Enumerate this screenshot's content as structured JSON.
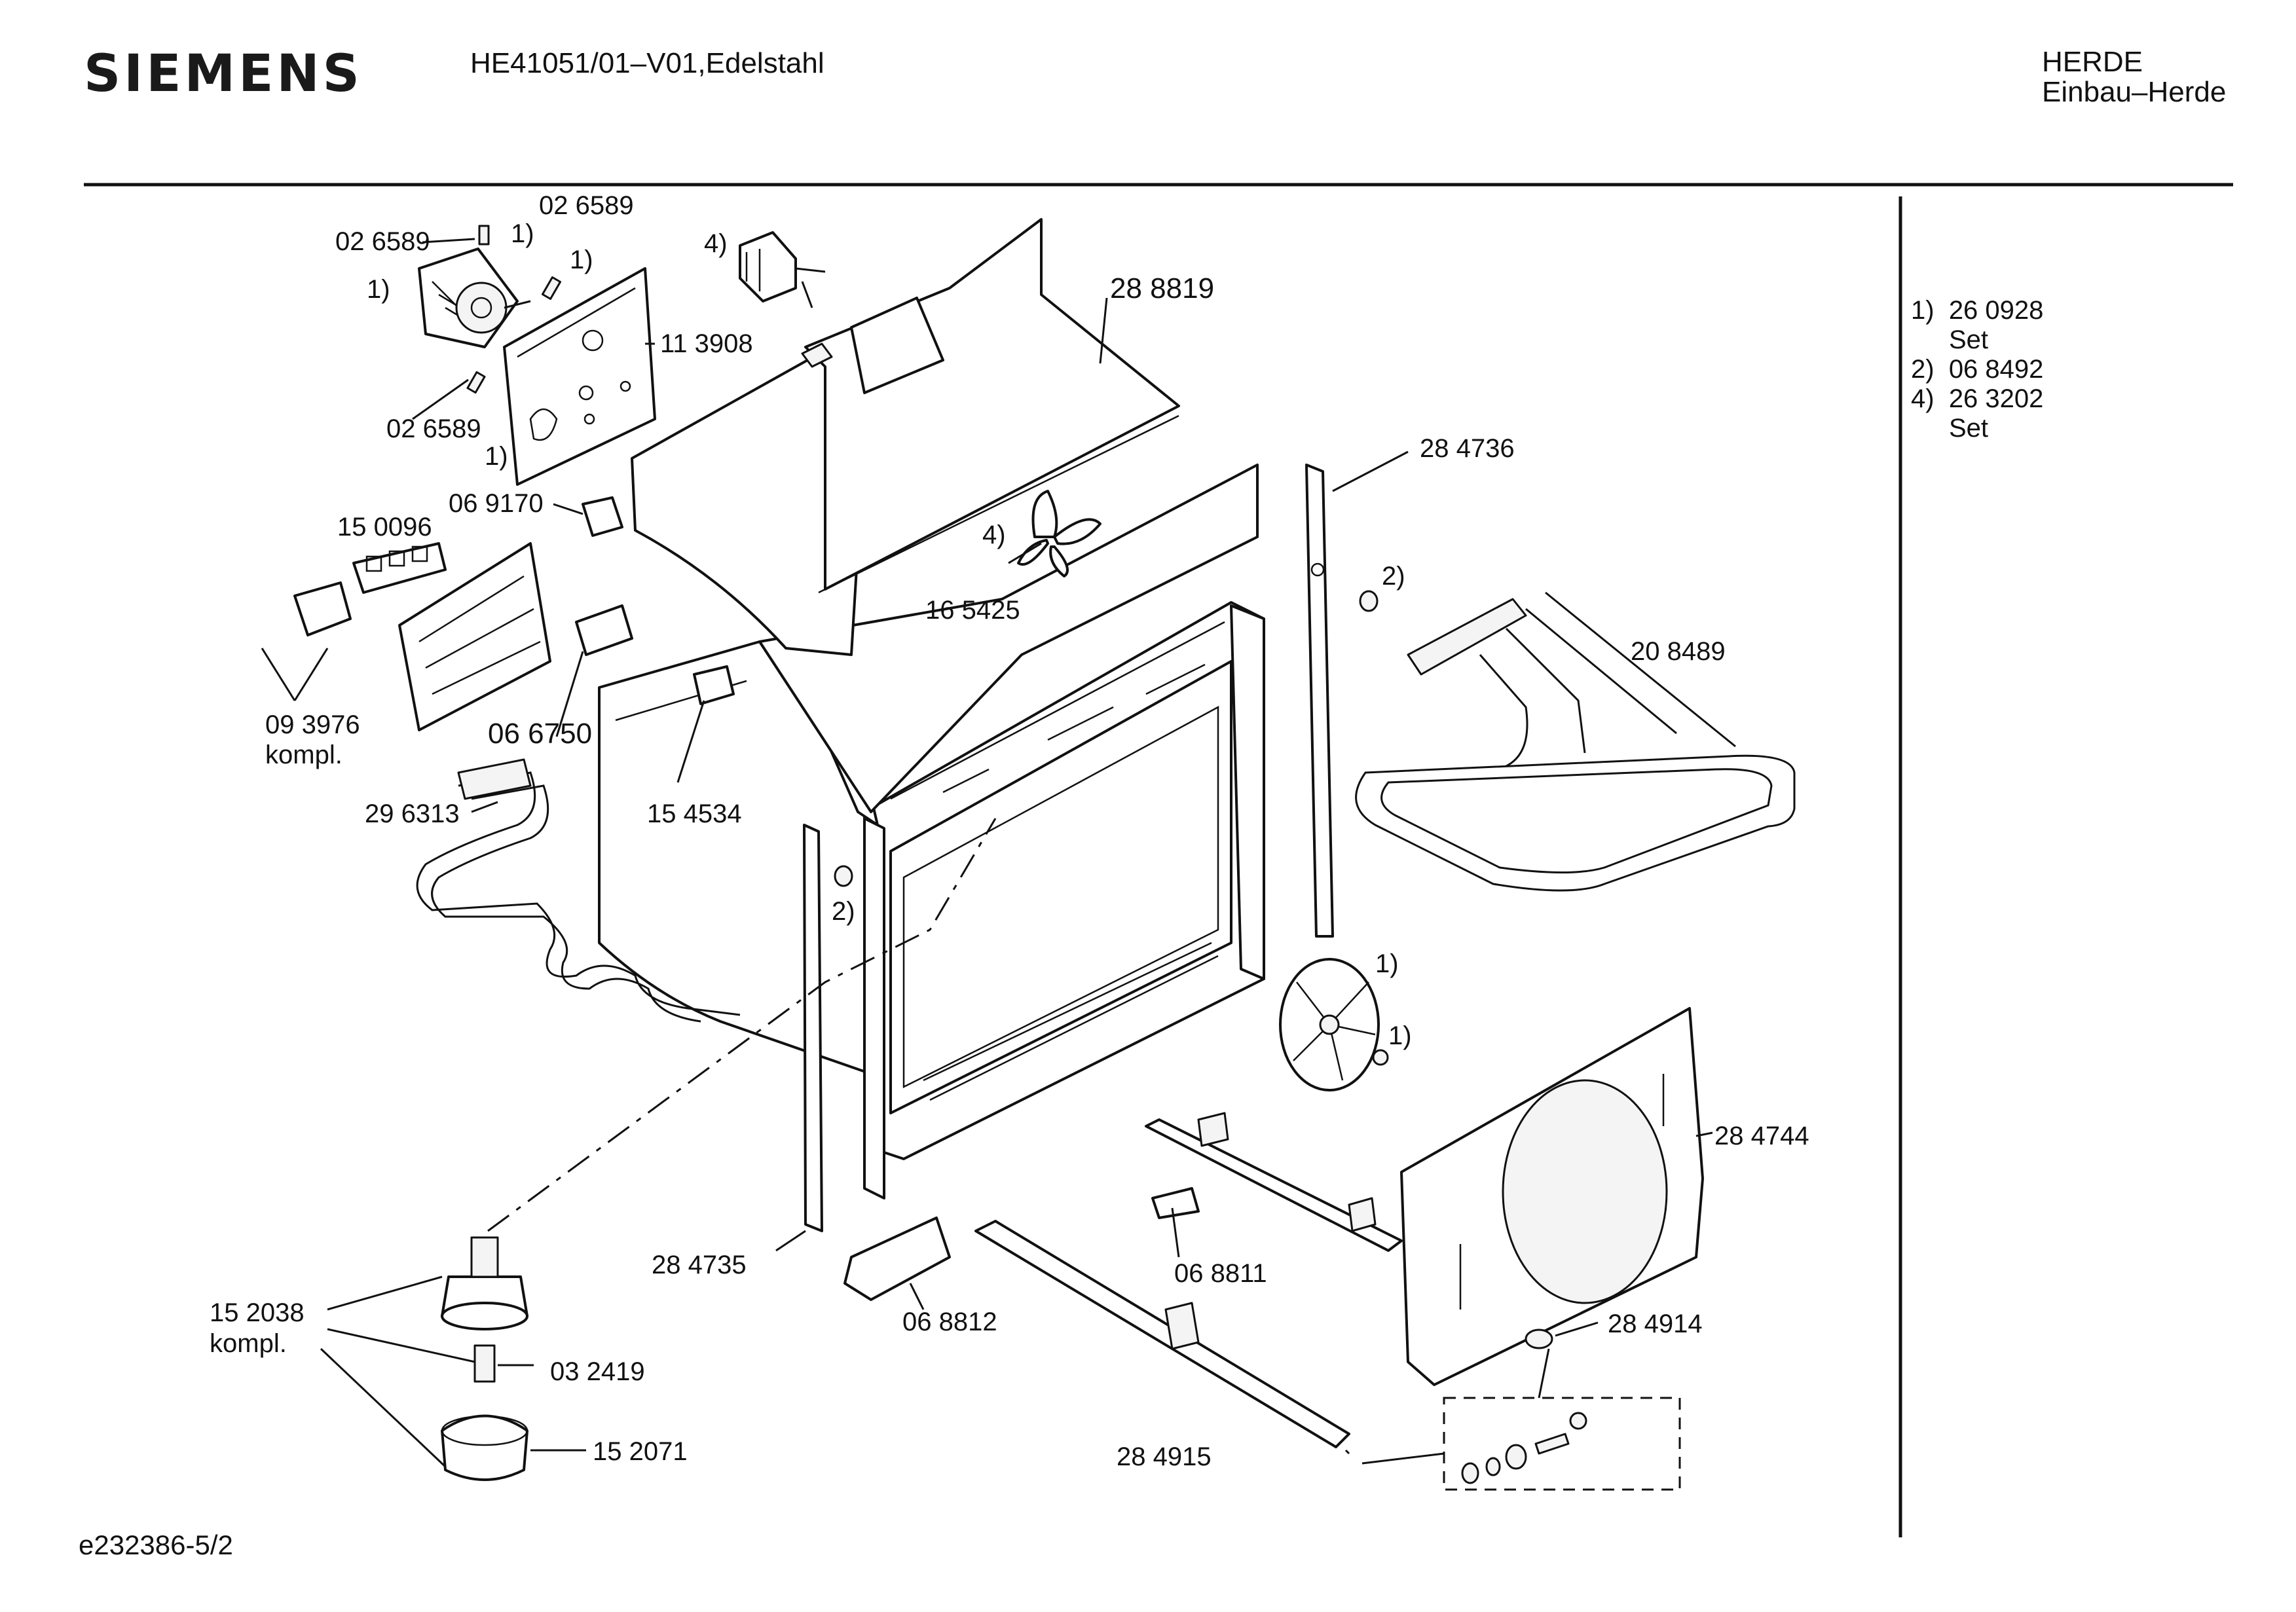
{
  "header": {
    "brand": "SIEMENS",
    "model": "HE41051/01–V01,Edelstahl",
    "category_line1": "HERDE",
    "category_line2": "Einbau–Herde"
  },
  "footer": {
    "doc_id": "e232386-5/2"
  },
  "legend": [
    {
      "key": "1)",
      "value": "26 0928",
      "note": "Set"
    },
    {
      "key": "2)",
      "value": "06 8492",
      "note": ""
    },
    {
      "key": "4)",
      "value": "26 3202",
      "note": "Set"
    }
  ],
  "parts": {
    "p026589_a": "02 6589",
    "p026589_b": "02 6589",
    "p026589_c": "02 6589",
    "p113908": "11 3908",
    "p288819": "28 8819",
    "p284736": "28 4736",
    "p150096": "15 0096",
    "p069170": "06 9170",
    "p165425": "16 5425",
    "p208489": "20 8489",
    "p093976": "09 3976",
    "kompl_a": "kompl.",
    "p066750": "06 6750",
    "p296313": "29 6313",
    "p154534": "15 4534",
    "p284744": "28 4744",
    "p284735": "28 4735",
    "p068811": "06 8811",
    "p068812": "06 8812",
    "p284914": "28 4914",
    "p152038": "15 2038",
    "kompl_b": "kompl.",
    "p032419": "03 2419",
    "p152071": "15 2071",
    "p284915": "28 4915"
  },
  "callouts": {
    "c1_a": "1)",
    "c1_b": "1)",
    "c1_c": "1)",
    "c1_d": "1)",
    "c1_e": "1)",
    "c1_f": "1)",
    "c2_a": "2)",
    "c2_b": "2)",
    "c4_a": "4)",
    "c4_b": "4)"
  }
}
